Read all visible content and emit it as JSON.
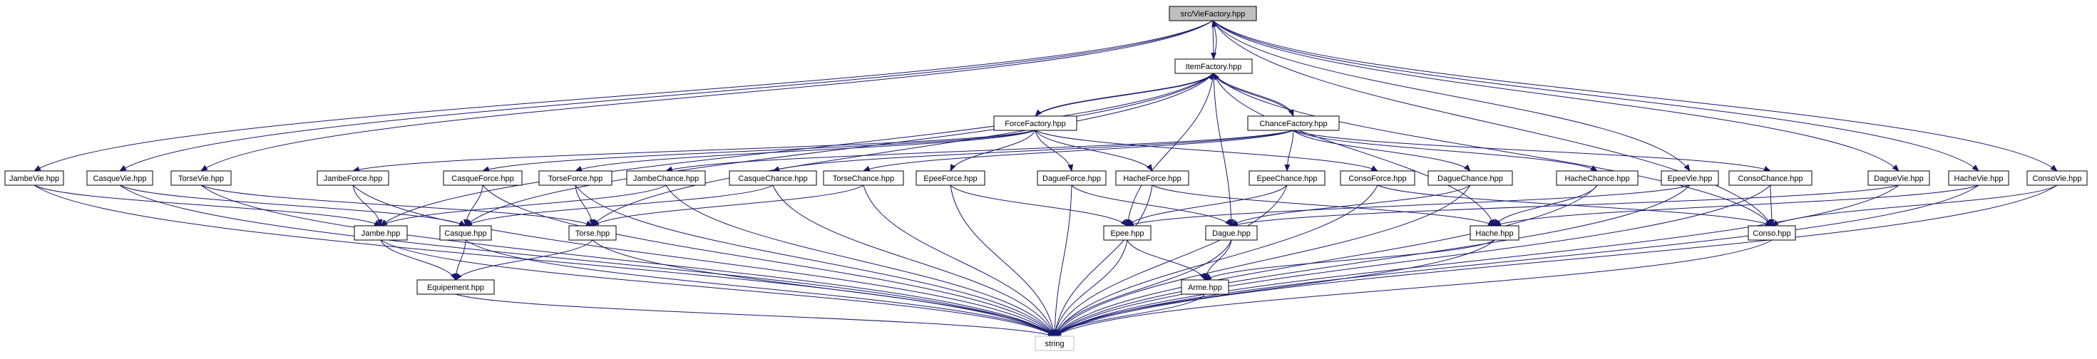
{
  "diagram": {
    "root": "src/VieFactory.hpp",
    "nodes": {
      "vf": "src/VieFactory.hpp",
      "if": "ItemFactory.hpp",
      "ff": "ForceFactory.hpp",
      "cf": "ChanceFactory.hpp",
      "jv": "JambeVie.hpp",
      "cv": "CasqueVie.hpp",
      "tv": "TorseVie.hpp",
      "jf": "JambeForce.hpp",
      "csf": "CasqueForce.hpp",
      "tf": "TorseForce.hpp",
      "jc": "JambeChance.hpp",
      "csc": "CasqueChance.hpp",
      "tc": "TorseChance.hpp",
      "ef": "EpeeForce.hpp",
      "df": "DagueForce.hpp",
      "hf": "HacheForce.hpp",
      "ec": "EpeeChance.hpp",
      "cof": "ConsoForce.hpp",
      "dc": "DagueChance.hpp",
      "hc": "HacheChance.hpp",
      "ev": "EpeeVie.hpp",
      "coc": "ConsoChance.hpp",
      "dv": "DagueVie.hpp",
      "hv": "HacheVie.hpp",
      "cov": "ConsoVie.hpp",
      "j": "Jambe.hpp",
      "c": "Casque.hpp",
      "t": "Torse.hpp",
      "eq": "Equipement.hpp",
      "e": "Epee.hpp",
      "d": "Dague.hpp",
      "h": "Hache.hpp",
      "co": "Conso.hpp",
      "a": "Arme.hpp",
      "s": "string"
    },
    "edges": [
      [
        "vf",
        "if"
      ],
      [
        "if",
        "vf"
      ],
      [
        "vf",
        "jv"
      ],
      [
        "vf",
        "cv"
      ],
      [
        "vf",
        "tv"
      ],
      [
        "vf",
        "ev"
      ],
      [
        "vf",
        "dv"
      ],
      [
        "vf",
        "hv"
      ],
      [
        "vf",
        "cov"
      ],
      [
        "vf",
        "co"
      ],
      [
        "if",
        "ff"
      ],
      [
        "ff",
        "if"
      ],
      [
        "if",
        "cf"
      ],
      [
        "cf",
        "if"
      ],
      [
        "if",
        "j"
      ],
      [
        "if",
        "c"
      ],
      [
        "if",
        "t"
      ],
      [
        "if",
        "e"
      ],
      [
        "if",
        "d"
      ],
      [
        "if",
        "h"
      ],
      [
        "if",
        "co"
      ],
      [
        "ff",
        "jf"
      ],
      [
        "ff",
        "csf"
      ],
      [
        "ff",
        "tf"
      ],
      [
        "ff",
        "ef"
      ],
      [
        "ff",
        "df"
      ],
      [
        "ff",
        "hf"
      ],
      [
        "ff",
        "cof"
      ],
      [
        "cf",
        "jc"
      ],
      [
        "cf",
        "csc"
      ],
      [
        "cf",
        "tc"
      ],
      [
        "cf",
        "ec"
      ],
      [
        "cf",
        "dc"
      ],
      [
        "cf",
        "hc"
      ],
      [
        "cf",
        "coc"
      ],
      [
        "jv",
        "j"
      ],
      [
        "jv",
        "s"
      ],
      [
        "cv",
        "c"
      ],
      [
        "cv",
        "s"
      ],
      [
        "tv",
        "t"
      ],
      [
        "tv",
        "s"
      ],
      [
        "jf",
        "j"
      ],
      [
        "jf",
        "s"
      ],
      [
        "csf",
        "c"
      ],
      [
        "csf",
        "s"
      ],
      [
        "tf",
        "t"
      ],
      [
        "tf",
        "s"
      ],
      [
        "jc",
        "j"
      ],
      [
        "jc",
        "s"
      ],
      [
        "csc",
        "c"
      ],
      [
        "csc",
        "s"
      ],
      [
        "tc",
        "t"
      ],
      [
        "tc",
        "s"
      ],
      [
        "ef",
        "e"
      ],
      [
        "ef",
        "s"
      ],
      [
        "df",
        "d"
      ],
      [
        "df",
        "s"
      ],
      [
        "hf",
        "h"
      ],
      [
        "hf",
        "s"
      ],
      [
        "ec",
        "e"
      ],
      [
        "ec",
        "s"
      ],
      [
        "cof",
        "co"
      ],
      [
        "cof",
        "s"
      ],
      [
        "dc",
        "d"
      ],
      [
        "dc",
        "s"
      ],
      [
        "hc",
        "h"
      ],
      [
        "hc",
        "s"
      ],
      [
        "ev",
        "e"
      ],
      [
        "ev",
        "s"
      ],
      [
        "coc",
        "co"
      ],
      [
        "coc",
        "s"
      ],
      [
        "dv",
        "d"
      ],
      [
        "dv",
        "s"
      ],
      [
        "hv",
        "h"
      ],
      [
        "hv",
        "s"
      ],
      [
        "cov",
        "co"
      ],
      [
        "cov",
        "s"
      ],
      [
        "j",
        "eq"
      ],
      [
        "j",
        "s"
      ],
      [
        "c",
        "eq"
      ],
      [
        "c",
        "s"
      ],
      [
        "t",
        "eq"
      ],
      [
        "t",
        "s"
      ],
      [
        "eq",
        "s"
      ],
      [
        "e",
        "a"
      ],
      [
        "e",
        "s"
      ],
      [
        "d",
        "a"
      ],
      [
        "d",
        "s"
      ],
      [
        "h",
        "a"
      ],
      [
        "h",
        "s"
      ],
      [
        "a",
        "s"
      ],
      [
        "co",
        "s"
      ]
    ]
  }
}
